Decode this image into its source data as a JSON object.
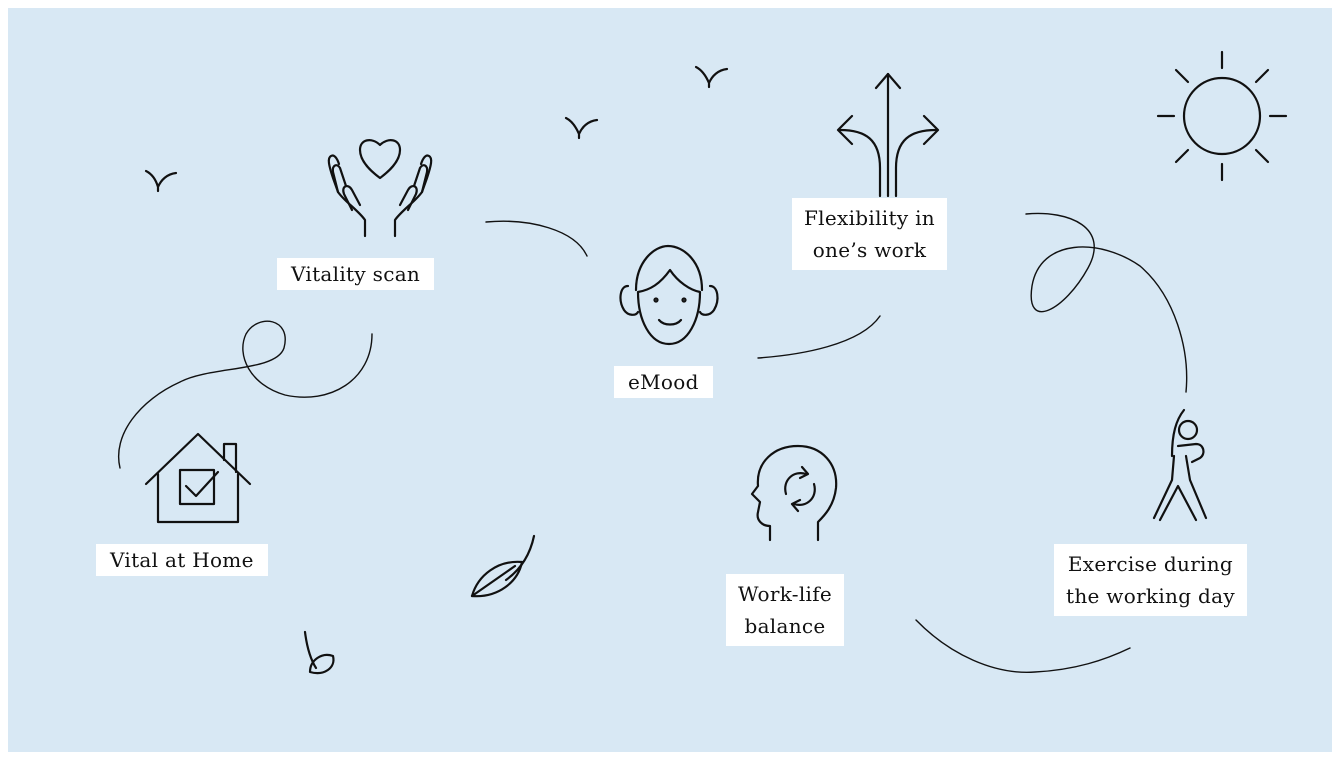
{
  "labels": {
    "vitality_scan": "Vitality scan",
    "vital_at_home": "Vital at Home",
    "emood": "eMood",
    "flexibility_line1": "Flexibility in",
    "flexibility_line2": "one’s work",
    "work_life_line1": "Work-life",
    "work_life_line2": "balance",
    "exercise_line1": "Exercise during",
    "exercise_line2": "the working day"
  },
  "icons": [
    "hands-heart-icon",
    "house-checkbox-icon",
    "face-headphones-icon",
    "diverging-arrows-icon",
    "sun-icon",
    "head-cycle-icon",
    "stretching-person-icon",
    "bird-icon",
    "leaf-icon"
  ],
  "colors": {
    "background": "#d8e8f4",
    "ink": "#111111",
    "label_bg": "#ffffff"
  }
}
